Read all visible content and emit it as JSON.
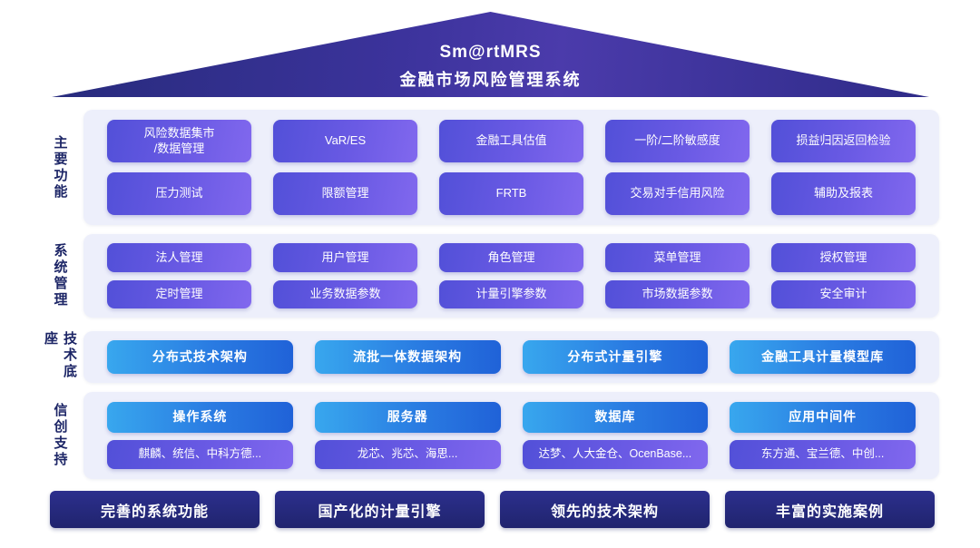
{
  "roof": {
    "title": "Sm@rtMRS",
    "subtitle": "金融市场风险管理系统"
  },
  "sections": {
    "functions": {
      "label": "主要功能",
      "row1": [
        "风险数据集市\n/数据管理",
        "VaR/ES",
        "金融工具估值",
        "一阶/二阶敏感度",
        "损益归因返回检验"
      ],
      "row2": [
        "压力测试",
        "限额管理",
        "FRTB",
        "交易对手信用风险",
        "辅助及报表"
      ]
    },
    "management": {
      "label": "系统管理",
      "row1": [
        "法人管理",
        "用户管理",
        "角色管理",
        "菜单管理",
        "授权管理"
      ],
      "row2": [
        "定时管理",
        "业务数据参数",
        "计量引擎参数",
        "市场数据参数",
        "安全审计"
      ]
    },
    "tech_base": {
      "label": "技术底座",
      "items": [
        "分布式技术架构",
        "流批一体数据架构",
        "分布式计量引擎",
        "金融工具计量模型库"
      ]
    },
    "xinchuang": {
      "label": "信创支持",
      "columns": [
        {
          "header": "操作系统",
          "vendors": "麒麟、统信、中科方德..."
        },
        {
          "header": "服务器",
          "vendors": "龙芯、兆芯、海思..."
        },
        {
          "header": "数据库",
          "vendors": "达梦、人大金仓、OcenBase..."
        },
        {
          "header": "应用中间件",
          "vendors": "东方通、宝兰德、中创..."
        }
      ]
    }
  },
  "footer": {
    "items": [
      "完善的系统功能",
      "国产化的计量引擎",
      "领先的技术架构",
      "丰富的实施案例"
    ]
  },
  "colors": {
    "roof_gradient_start": "#272b7c",
    "roof_gradient_end": "#2e2b88",
    "purple_pill_start": "#5250d8",
    "purple_pill_end": "#8168ee",
    "blue_pill_start": "#38a7ee",
    "blue_pill_end": "#2062d8",
    "panel_background": "#edeffb",
    "footer_button": "#20246e",
    "label_text": "#1c2566"
  }
}
